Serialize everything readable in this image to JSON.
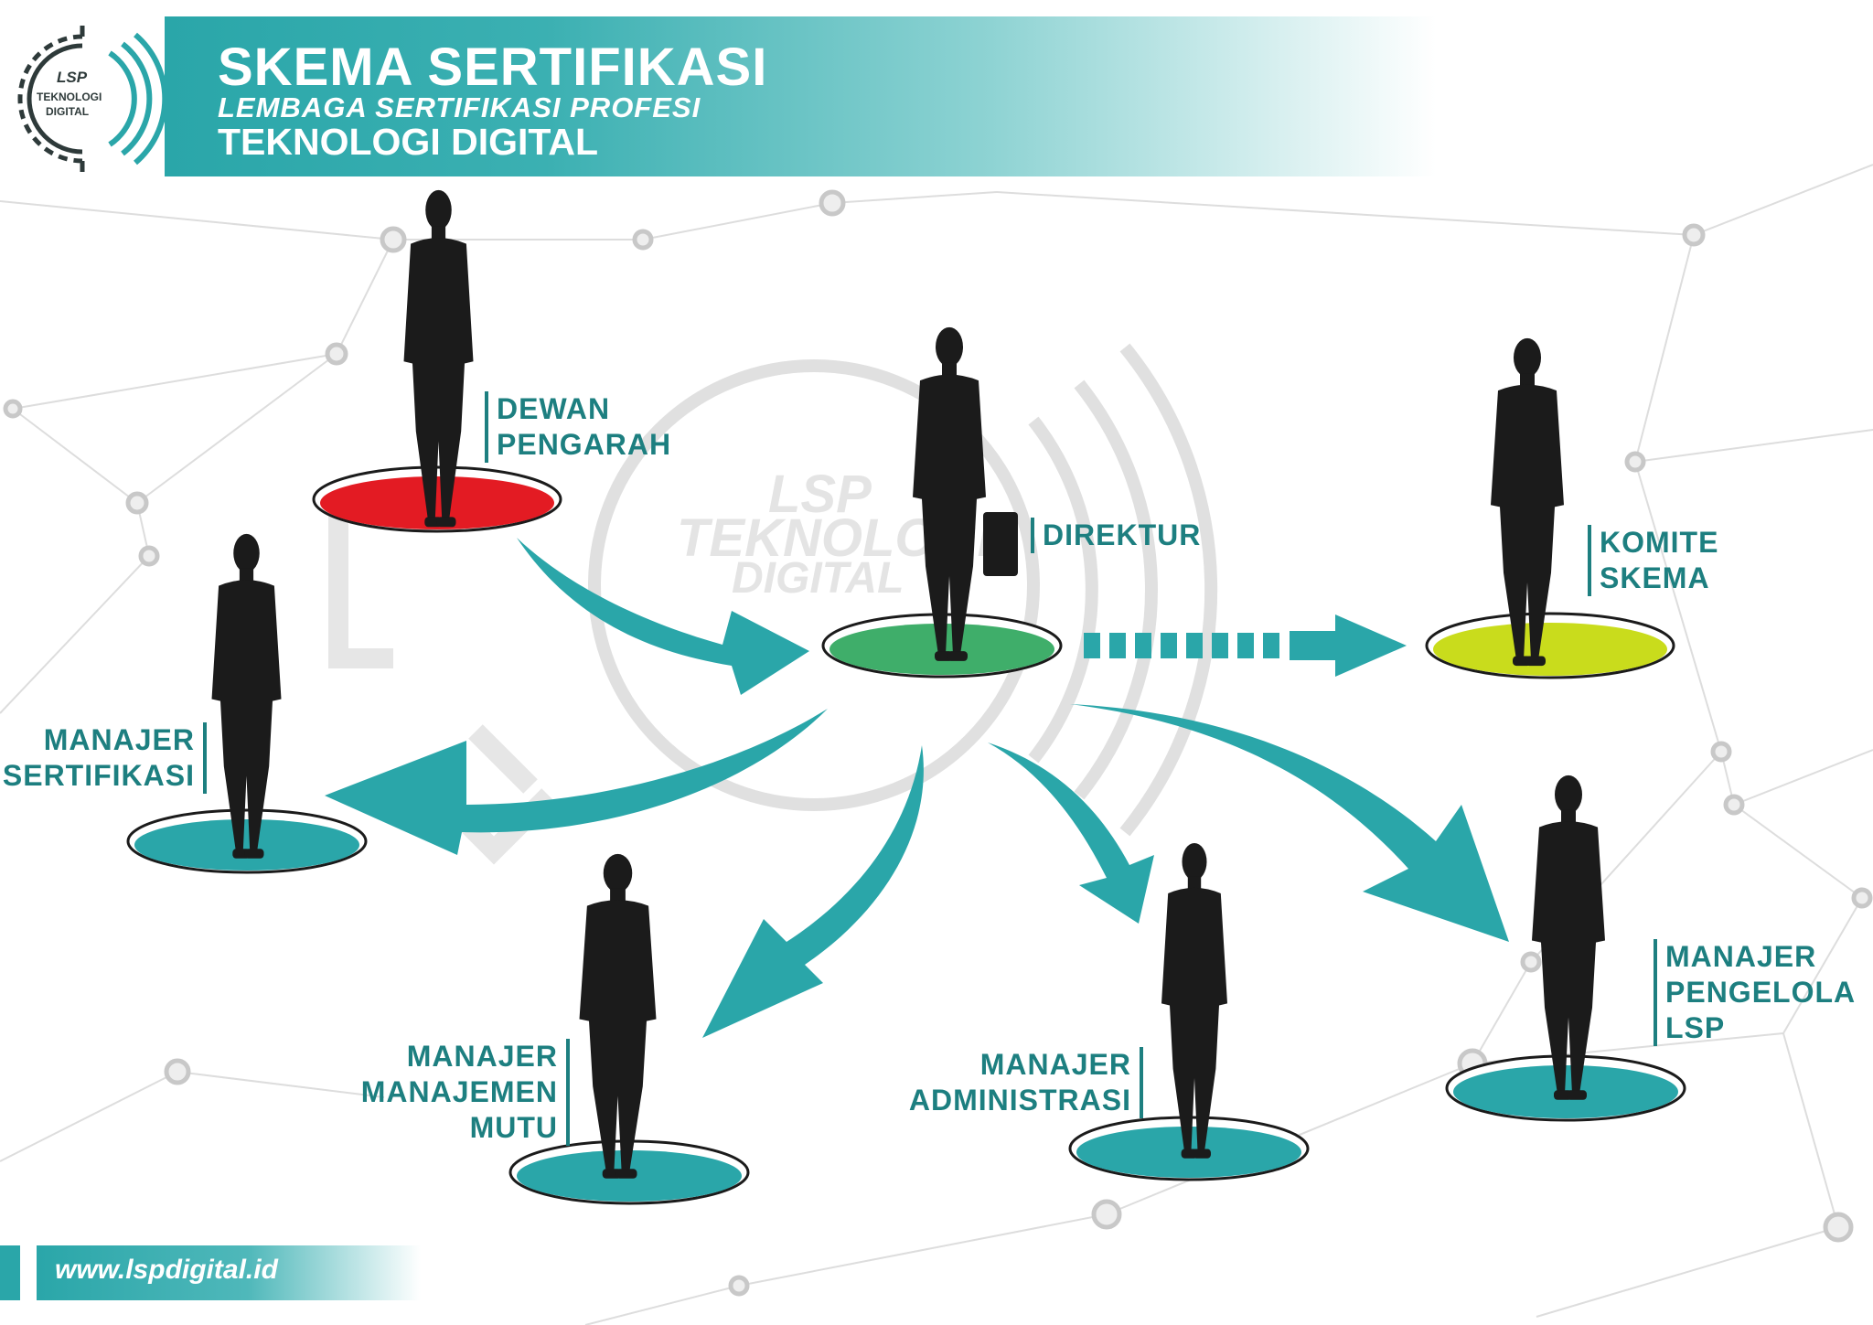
{
  "header": {
    "title": "SKEMA SERTIFIKASI",
    "subtitle": "LEMBAGA SERTIFIKASI PROFESI",
    "subtitle2": "TEKNOLOGI DIGITAL"
  },
  "logo": {
    "line1": "LSP",
    "line2": "TEKNOLOGI",
    "line3": "DIGITAL"
  },
  "watermark": {
    "line1": "LSP",
    "line2": "TEKNOLOGI",
    "line3": "DIGITAL"
  },
  "roles": {
    "dewan": [
      "DEWAN",
      "PENGARAH"
    ],
    "direktur": [
      "DIREKTUR"
    ],
    "komite": [
      "KOMITE",
      "SKEMA"
    ],
    "sertifikasi": [
      "MANAJER",
      "SERTIFIKASI"
    ],
    "mutu": [
      "MANAJER",
      "MANAJEMEN",
      "MUTU"
    ],
    "administrasi": [
      "MANAJER",
      "ADMINISTRASI"
    ],
    "pengelola": [
      "MANAJER",
      "PENGELOLA",
      "LSP"
    ]
  },
  "colors": {
    "accent": "#2aa6a9",
    "dewan_platform": "#e31b23",
    "direktur_platform": "#3fae6a",
    "komite_platform": "#c9dc1c",
    "default_platform": "#2aa6a9",
    "arrow": "#2aa6a9",
    "silhouette": "#1b1b1b"
  },
  "footer": {
    "url": "www.lspdigital.id"
  }
}
